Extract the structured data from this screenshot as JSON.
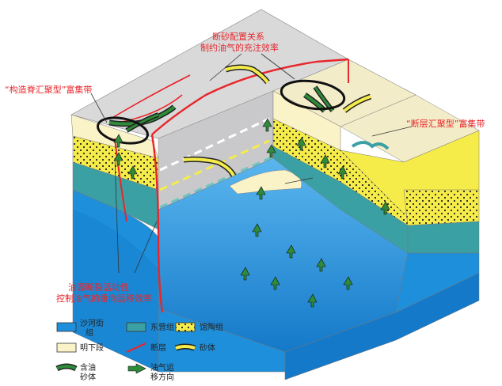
{
  "annotations": {
    "fault_sand_title_line1": "断砂配置关系",
    "fault_sand_title_line2": "制约油气的充注效率",
    "structural_ridge_band": "“构造脊汇聚型”富集带",
    "fault_convergence_band": "“断层汇聚型”富集带",
    "source_fault_line1": "油源断裂活动性",
    "source_fault_line2": "控制油气的垂向运移效率"
  },
  "legend": {
    "shahejie_line1": "沙河街",
    "shahejie_line2": "组",
    "dongying": "东营组",
    "guantao": "馆陶组",
    "minghuazhen": "明下段",
    "fault": "断层",
    "sand_body": "砂体",
    "oil_sand_line1": "含油",
    "oil_sand_line2": "砂体",
    "migration_line1": "油气运",
    "migration_line2": "移方向"
  },
  "colors": {
    "shahejie": "#1e8fdb",
    "dongying": "#3aa0a4",
    "guantao": "#f5ec4a",
    "minghuazhen": "#fbf3c8",
    "fault": "#e8262b",
    "annotation": "#e8262b",
    "block_face": "#c9c9cb",
    "oil": "#2e8b3a"
  }
}
